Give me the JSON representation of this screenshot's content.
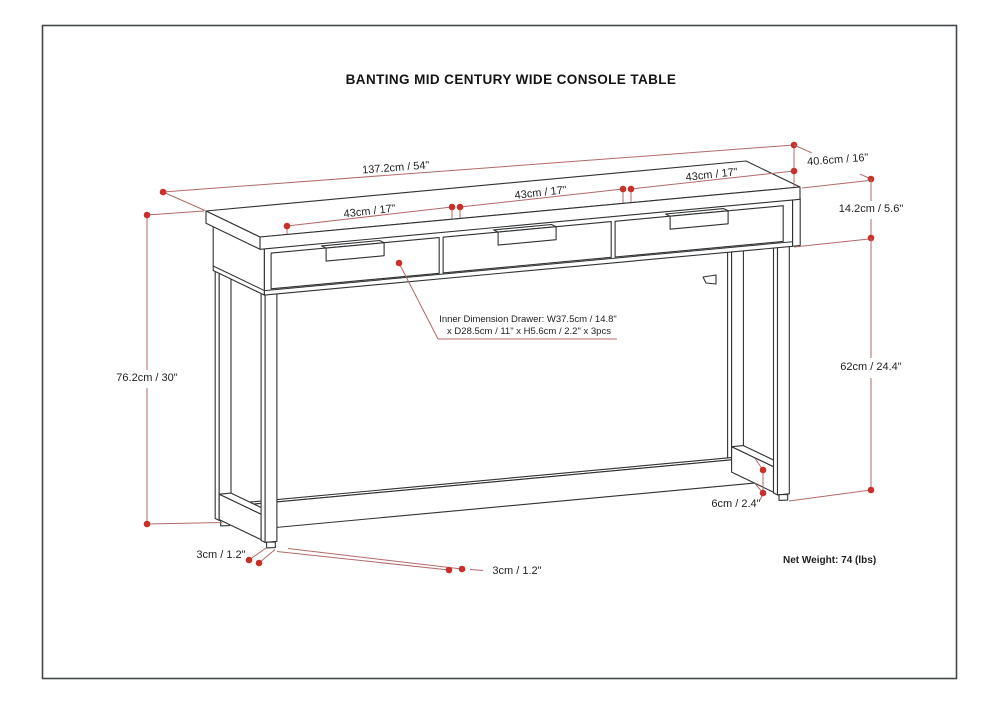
{
  "title": "BANTING MID CENTURY WIDE CONSOLE TABLE",
  "dims": {
    "width": "137.2cm / 54\"",
    "depth": "40.6cm / 16\"",
    "top_height": "14.2cm / 5.6\"",
    "drawer_width": "43cm / 17\"",
    "height": "76.2cm / 30\"",
    "leg_height": "62cm / 24.4\"",
    "stretcher_height": "6cm / 2.4\"",
    "leg_thickness_a": "3cm / 1.2\"",
    "leg_thickness_b": "3cm / 1.2\""
  },
  "inner_drawer": {
    "line1": "Inner Dimension Drawer: W37.5cm / 14.8\"",
    "line2": "x D28.5cm / 11\" x H5.6cm / 2.2\" x 3pcs"
  },
  "net_weight": "Net Weight:  74 (lbs)",
  "colors": {
    "dimension_line": "#b36a6a",
    "dimension_dot": "#c9302c",
    "drawing_line": "#303234"
  }
}
